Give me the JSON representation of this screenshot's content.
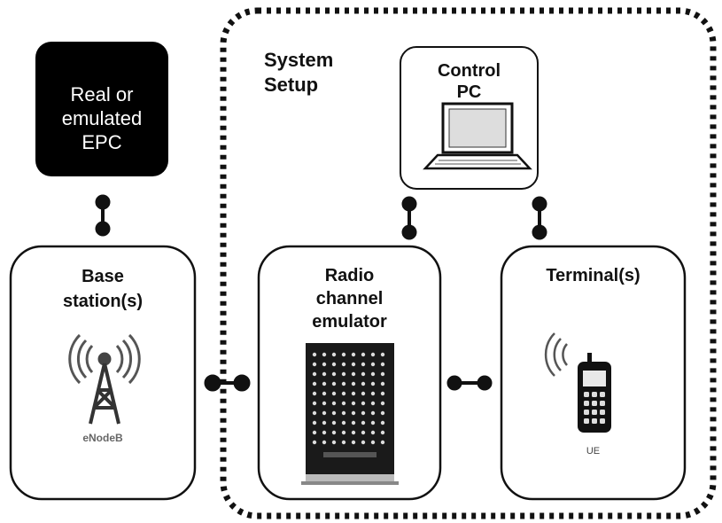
{
  "epc": {
    "label": "Real or\nemulated\nEPC"
  },
  "system_setup": {
    "label": "System\nSetup"
  },
  "control_pc": {
    "label": "Control\nPC"
  },
  "base_station": {
    "label": "Base\nstation(s)",
    "icon_caption": "eNodeB",
    "icon": "antenna-tower-icon"
  },
  "channel_emulator": {
    "label": "Radio\nchannel\nemulator",
    "icon": "channel-emulator-device-icon"
  },
  "terminal": {
    "label": "Terminal(s)",
    "icon_caption": "UE",
    "icon": "mobile-phone-icon"
  },
  "colors": {
    "epc_fill": "#000000",
    "box_stroke": "#111111",
    "connector": "#111111"
  }
}
